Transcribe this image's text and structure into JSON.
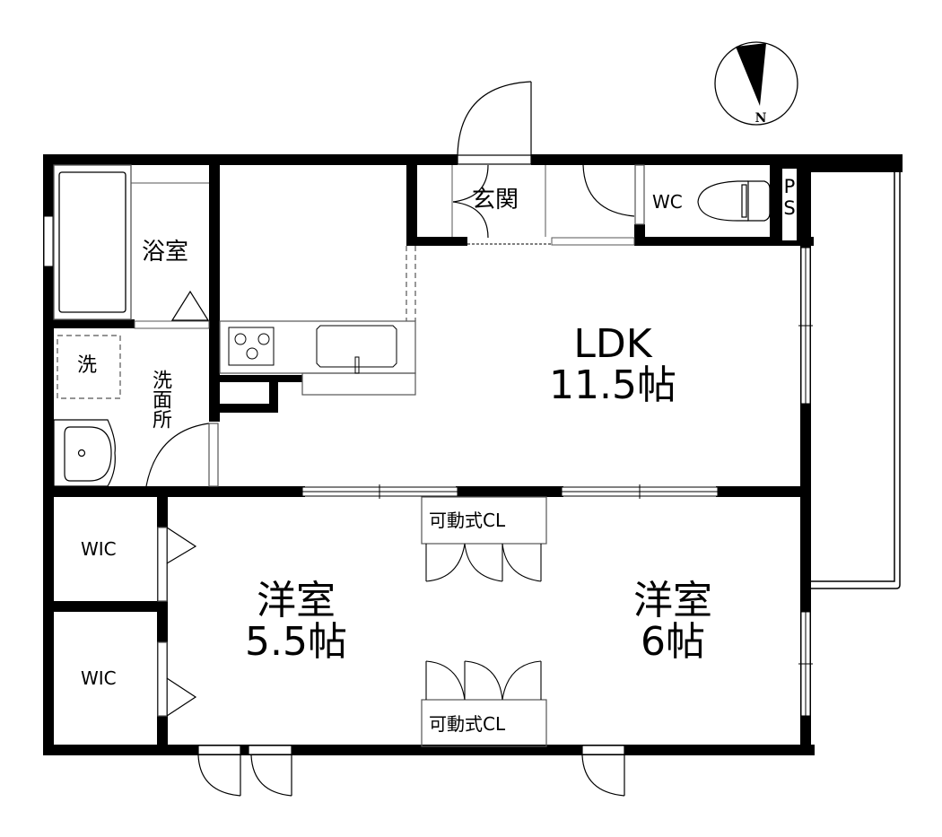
{
  "plan": {
    "colors": {
      "wall": "#000000",
      "line": "#000000",
      "fixture_line": "#555555",
      "background": "#ffffff"
    },
    "compass": {
      "label": "N",
      "icon": "north-arrow-icon"
    },
    "rooms": {
      "bathroom": {
        "label": "浴室"
      },
      "washroom": {
        "label": "洗面所"
      },
      "washer": {
        "label": "洗"
      },
      "entrance": {
        "label": "玄関"
      },
      "wc": {
        "label": "WC"
      },
      "ps": {
        "label": "PS"
      },
      "ldk": {
        "label": "LDK",
        "size": "11.5帖"
      },
      "western_room_1": {
        "label": "洋室",
        "size": "5.5帖"
      },
      "western_room_2": {
        "label": "洋室",
        "size": "6帖"
      },
      "wic_1": {
        "label": "WIC"
      },
      "wic_2": {
        "label": "WIC"
      },
      "closet_top": {
        "label": "可動式CL"
      },
      "closet_bottom": {
        "label": "可動式CL"
      }
    }
  }
}
